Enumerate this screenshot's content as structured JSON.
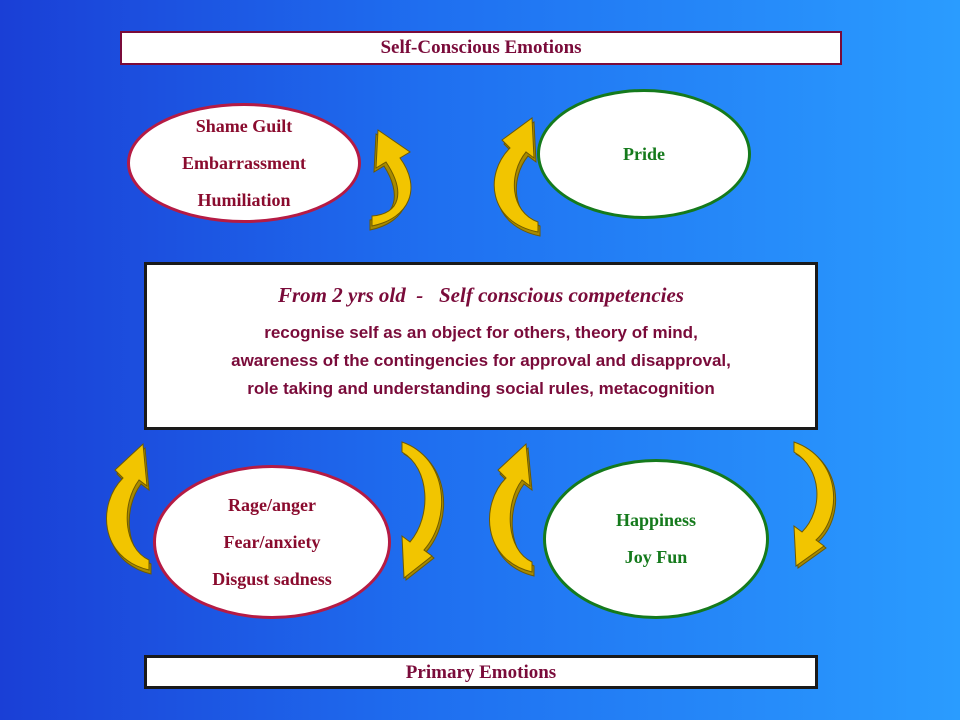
{
  "top_label": "Self-Conscious Emotions",
  "bottom_label": "Primary Emotions",
  "self_conscious": {
    "shame_lines": [
      "Shame Guilt",
      "Embarrassment",
      "Humiliation"
    ],
    "pride_lines": [
      "Pride"
    ]
  },
  "primary": {
    "negative_lines": [
      "Rage/anger",
      "Fear/anxiety",
      "Disgust sadness"
    ],
    "positive_lines": [
      "Happiness",
      "Joy Fun"
    ]
  },
  "center": {
    "heading": "From 2 yrs old  -   Self conscious competencies",
    "lines": [
      "recognise self as an object for others, theory of mind,",
      "awareness of the contingencies for approval and disapproval,",
      "role taking and understanding social rules, metacognition"
    ]
  },
  "colors": {
    "arrow_fill": "#f2c500",
    "arrow_shadow": "#a88a00",
    "negative_text": "#8a0b2e",
    "positive_text": "#157a1c"
  }
}
